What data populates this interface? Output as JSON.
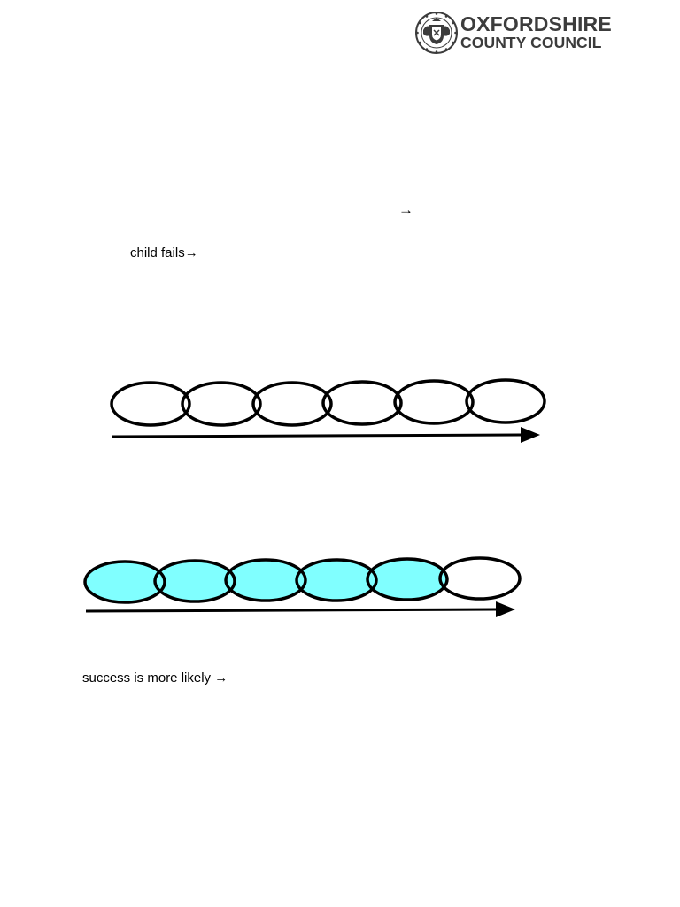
{
  "logo": {
    "line1": "OXFORDSHIRE",
    "line2": "COUNTY COUNCIL",
    "seal_icon": "county-crest-seal"
  },
  "texts": {
    "arrow_only": "→",
    "child_fails": "child fails→",
    "success": "success is more likely →"
  },
  "diagrams": {
    "chain1": {
      "links": 6,
      "filled_links": 0
    },
    "chain2": {
      "links": 6,
      "filled_links": 5
    }
  },
  "colors": {
    "fill": "#80ffff",
    "stroke": "#000000",
    "logo_text": "#3c3c3c"
  }
}
